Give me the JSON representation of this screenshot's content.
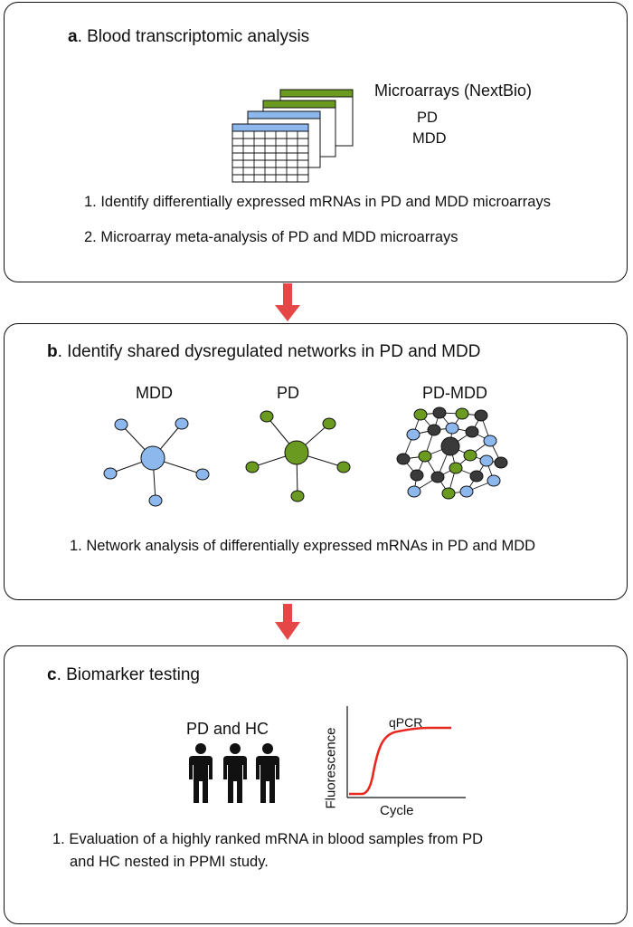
{
  "panel_a": {
    "letter": "a",
    "title": ".  Blood transcriptomic analysis",
    "source_label": "Microarrays (NextBio)",
    "datasets": [
      "PD",
      "MDD"
    ],
    "steps": [
      "1. Identify differentially expressed mRNAs in PD and MDD microarrays",
      "2. Microarray meta-analysis of PD and MDD microarrays"
    ]
  },
  "panel_b": {
    "letter": "b",
    "title": ". Identify shared dysregulated networks in PD and MDD",
    "networks": [
      "MDD",
      "PD",
      "PD-MDD"
    ],
    "steps": [
      "1. Network analysis of differentially expressed mRNAs in PD and MDD"
    ]
  },
  "panel_c": {
    "letter": "c",
    "title": ". Biomarker testing",
    "group_label": "PD and HC",
    "chart_label": "qPCR",
    "y_axis_label": "Fluorescence",
    "x_axis_label": "Cycle",
    "steps_line1": "1. Evaluation of a highly ranked mRNA in blood samples from PD",
    "steps_line2": "and HC nested in PPMI study."
  },
  "colors": {
    "blue": "#8db8ee",
    "green": "#6a9a1f",
    "dark": "#3a3a3a",
    "arrow": "#e54747",
    "curve": "#e8281e"
  }
}
